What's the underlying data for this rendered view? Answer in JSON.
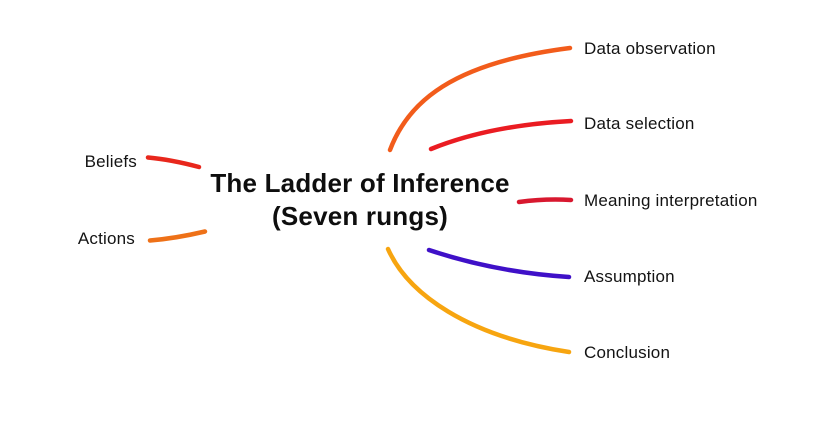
{
  "title": {
    "line1": "The Ladder of Inference",
    "line2": "(Seven rungs)"
  },
  "left_branches": [
    {
      "label": "Beliefs",
      "color": "#e8271c"
    },
    {
      "label": "Actions",
      "color": "#ee7118"
    }
  ],
  "right_branches": [
    {
      "label": "Data observation",
      "color": "#f25c1b"
    },
    {
      "label": "Data selection",
      "color": "#ea1c22"
    },
    {
      "label": "Meaning interpretation",
      "color": "#d8182f"
    },
    {
      "label": "Assumption",
      "color": "#3f10c8"
    },
    {
      "label": "Conclusion",
      "color": "#f7a510"
    }
  ],
  "colors": {
    "background": "#ffffff",
    "text": "#131313"
  }
}
